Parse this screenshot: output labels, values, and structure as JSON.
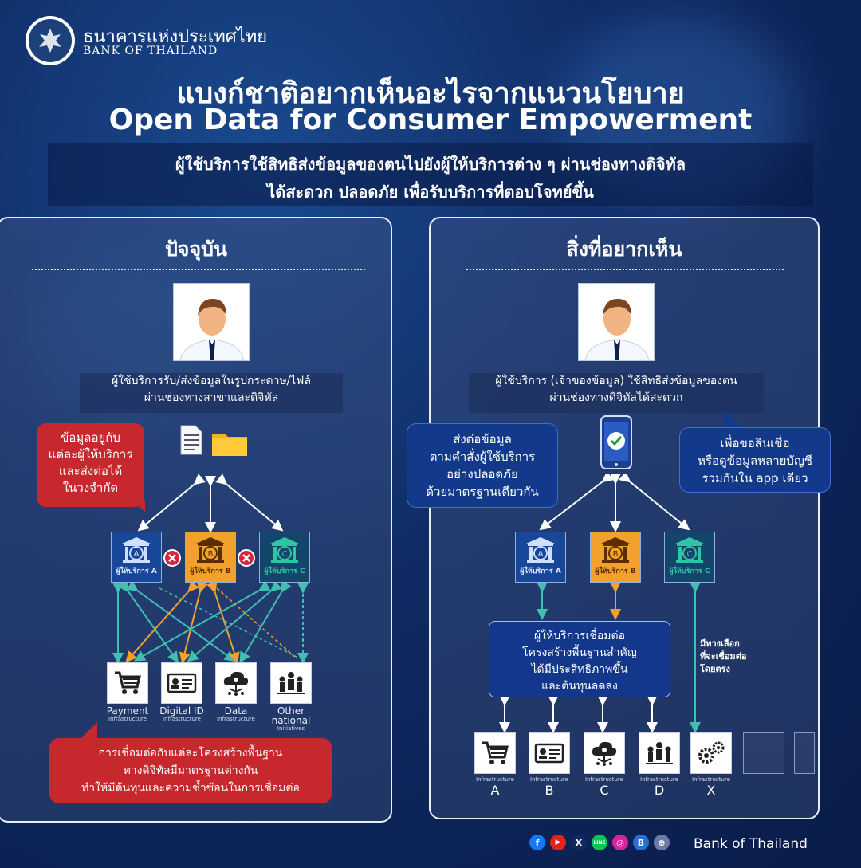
{
  "header": {
    "org_th": "ธนาคารแห่งประเทศไทย",
    "org_en": "BANK OF THAILAND",
    "title_th": "แบงก์ชาติอยากเห็นอะไรจากแนวนโยบาย",
    "title_en": "Open Data for Consumer Empowerment",
    "subtitle_line1": "ผู้ใช้บริการใช้สิทธิส่งข้อมูลของตนไปยังผู้ให้บริการต่าง ๆ ผ่านช่องทางดิจิทัล",
    "subtitle_line2": "ได้สะดวก ปลอดภัย เพื่อรับบริการที่ตอบโจทย์ขึ้น"
  },
  "left_panel": {
    "title": "ปัจจุบัน",
    "caption_line1": "ผู้ใช้บริการรับ/ส่งข้อมูลในรูปกระดาษ/ไฟล์",
    "caption_line2": "ผ่านช่องทางสาขาและดิจิทัล",
    "callout_top": [
      "ข้อมูลอยู่กับ",
      "แต่ละผู้ให้บริการ",
      "และส่งต่อได้",
      "ในวงจำกัด"
    ],
    "banks": [
      {
        "letter": "A",
        "label": "ผู้ให้บริการ A"
      },
      {
        "letter": "B",
        "label": "ผู้ให้บริการ B"
      },
      {
        "letter": "C",
        "label": "ผู้ให้บริการ C"
      }
    ],
    "infra": [
      {
        "name": "Payment",
        "sub": "Infrastructure",
        "icon": "cart-icon"
      },
      {
        "name": "Digital ID",
        "sub": "Infrastructure",
        "icon": "id-card-icon"
      },
      {
        "name": "Data",
        "sub": "Infrastructure",
        "icon": "cloud-data-icon"
      },
      {
        "name": "Other national",
        "sub": "Initiatives",
        "icon": "people-network-icon"
      }
    ],
    "callout_bottom": [
      "การเชื่อมต่อกับแต่ละโครงสร้างพื้นฐาน",
      "ทางดิจิทัลมีมาตรฐานต่างกัน",
      "ทำให้มีต้นทุนและความซ้ำซ้อนในการเชื่อมต่อ"
    ]
  },
  "right_panel": {
    "title": "สิ่งที่อยากเห็น",
    "caption_line1": "ผู้ใช้บริการ (เจ้าของข้อมูล) ใช้สิทธิส่งข้อมูลของตน",
    "caption_line2": "ผ่านช่องทางดิจิทัลได้สะดวก",
    "callout_left": [
      "ส่งต่อข้อมูล",
      "ตามคำสั่งผู้ใช้บริการ",
      "อย่างปลอดภัย",
      "ด้วยมาตรฐานเดียวกัน"
    ],
    "callout_right": [
      "เพื่อขอสินเชื่อ",
      "หรือดูข้อมูลหลายบัญชี",
      "รวมกันใน app เดียว"
    ],
    "banks": [
      {
        "letter": "A",
        "label": "ผู้ให้บริการ A"
      },
      {
        "letter": "B",
        "label": "ผู้ให้บริการ B"
      },
      {
        "letter": "C",
        "label": "ผู้ให้บริการ C"
      }
    ],
    "center_box": [
      "ผู้ให้บริการเชื่อมต่อ",
      "โครงสร้างพื้นฐานสำคัญ",
      "ได้มีประสิทธิภาพขึ้น",
      "และต้นทุนลดลง"
    ],
    "side_note": [
      "มีทางเลือก",
      "ที่จะเชื่อมต่อ",
      "โดยตรง"
    ],
    "infra": [
      {
        "sub": "Infrastructure",
        "letter": "A",
        "icon": "cart-icon"
      },
      {
        "sub": "Infrastructure",
        "letter": "B",
        "icon": "id-card-icon"
      },
      {
        "sub": "Infrastructure",
        "letter": "C",
        "icon": "cloud-data-icon"
      },
      {
        "sub": "Infrastructure",
        "letter": "D",
        "icon": "people-network-icon"
      },
      {
        "sub": "Infrastructure",
        "letter": "X",
        "icon": "gears-icon"
      }
    ]
  },
  "footer": {
    "brand": "Bank of Thailand",
    "social": [
      "f",
      "▶",
      "X",
      "LINE",
      "◎",
      "B",
      "⊕"
    ]
  },
  "colors": {
    "callout_red": "#c6282e",
    "callout_blue": "#133a8a",
    "arrow_teal": "#3fc0b0",
    "arrow_orange": "#f2a12c",
    "bank_a": "#18479a",
    "bank_b": "#f2a12c",
    "bank_c": "#14456a"
  }
}
